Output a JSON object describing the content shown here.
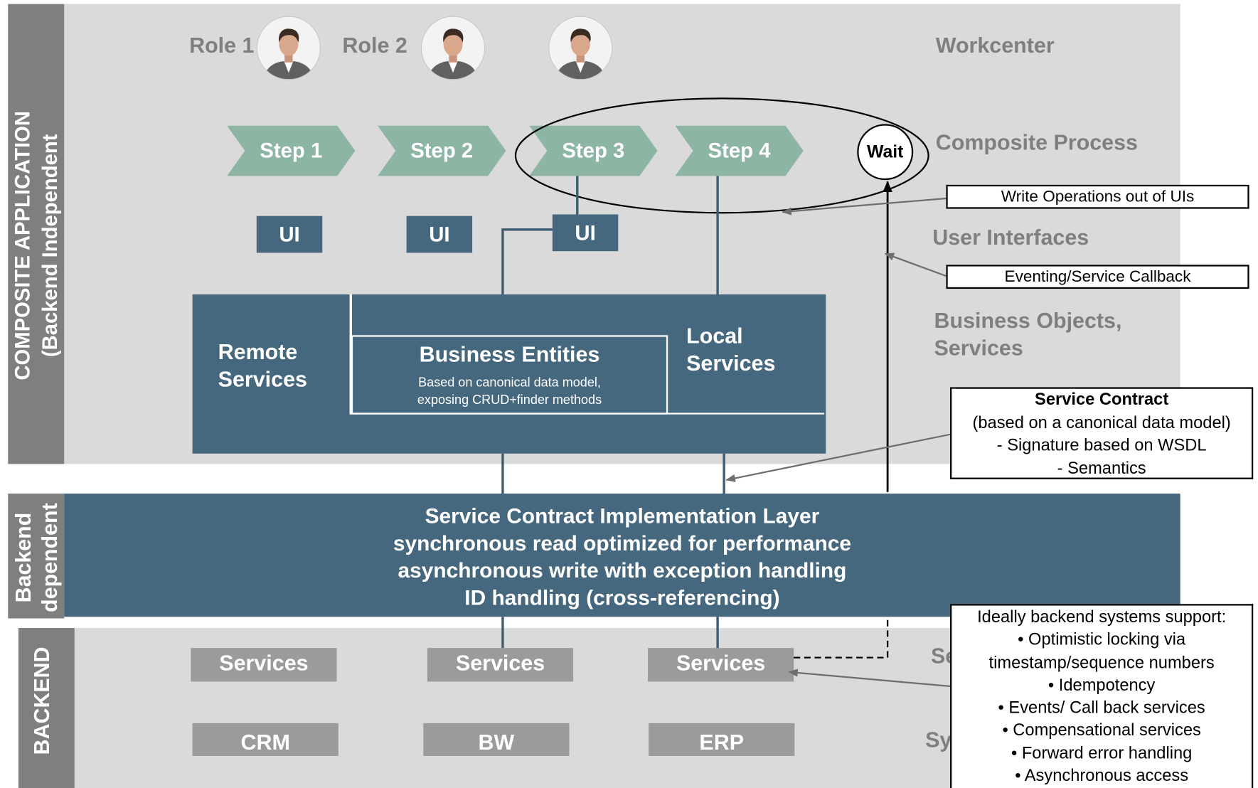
{
  "sidebar": {
    "composite": [
      "COMPOSITE APPLICATION",
      "(Backend Independent"
    ],
    "dependent": [
      "Backend",
      "dependent"
    ],
    "backend": "BACKEND"
  },
  "workcenter": {
    "roles": [
      "Role 1",
      "Role 2"
    ],
    "label": "Workcenter"
  },
  "process": {
    "steps": [
      "Step 1",
      "Step 2",
      "Step 3",
      "Step 4"
    ],
    "wait": "Wait",
    "label": "Composite Process"
  },
  "user_interfaces": {
    "boxes": [
      "UI",
      "UI",
      "UI"
    ],
    "label": "User Interfaces"
  },
  "business": {
    "remote": [
      "Remote",
      "Services"
    ],
    "entities_title": "Business Entities",
    "entities_desc": [
      "Based on canonical data model,",
      "exposing CRUD+finder methods"
    ],
    "local": [
      "Local",
      "Services"
    ],
    "label": [
      "Business Objects,",
      "Services"
    ]
  },
  "implementation_layer": [
    "Service Contract Implementation Layer",
    "synchronous read optimized for performance",
    "asynchronous write with exception handling",
    "ID handling (cross-referencing)"
  ],
  "backend": {
    "services": [
      "Services",
      "Services",
      "Services"
    ],
    "systems": [
      "CRM",
      "BW",
      "ERP"
    ],
    "partial_labels": [
      "Se",
      "Sy"
    ]
  },
  "callouts": {
    "write_operations": "Write Operations out of UIs",
    "eventing": "Eventing/Service Callback",
    "service_contract": {
      "title": "Service Contract",
      "lines": [
        "(based on a canonical data model)",
        "- Signature based on WSDL",
        "- Semantics"
      ]
    },
    "backend_support": {
      "title": "Ideally backend systems support:",
      "lines": [
        "• Optimistic locking via",
        "timestamp/sequence numbers",
        "• Idempotency",
        "• Events/ Call back services",
        "• Compensational services",
        "• Forward error handling",
        "• Asynchronous access"
      ]
    }
  },
  "colors": {
    "sidebar": "#7f7f7f",
    "panel": "#dadada",
    "dark_blue": "#46687e",
    "step_green": "#8cb5a4",
    "gray_box": "#9b9b9b",
    "label_gray": "#7f7f7f",
    "connector": "#3d5d72",
    "pointer_gray": "#6e6e6e"
  }
}
